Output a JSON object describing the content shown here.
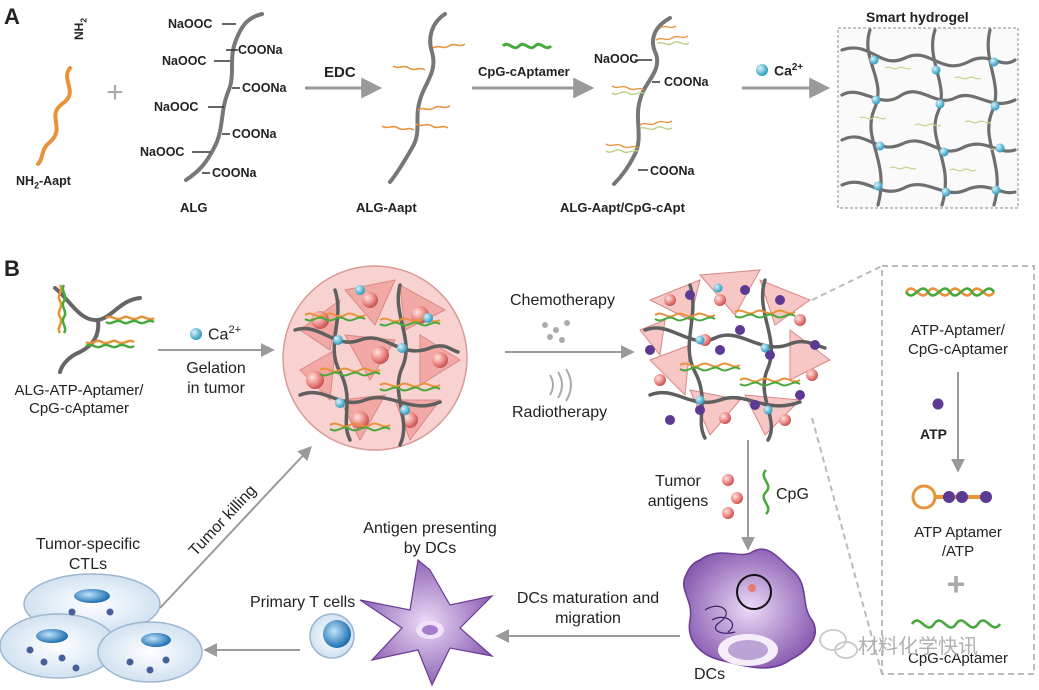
{
  "panel_a": {
    "label": "A",
    "nh2_tag": "NH2",
    "nh2_aapt": "NH2-Aapt",
    "plus": "+",
    "alg": "ALG",
    "naooc": "NaOOC",
    "coona": "COONa",
    "edc": "EDC",
    "alg_aapt": "ALG-Aapt",
    "cpg_captamer": "CpG-cAptamer",
    "alg_aapt_cpg": "ALG-Aapt/CpG-cApt",
    "ca_ion": "Ca2+",
    "smart_hydrogel": "Smart hydrogel"
  },
  "panel_b": {
    "label": "B",
    "alg_atp_aptamer_1": "ALG-ATP-Aptamer/",
    "alg_atp_aptamer_2": "CpG-cAptamer",
    "ca_ion": "Ca2+",
    "gelation_1": "Gelation",
    "gelation_2": "in tumor",
    "chemotherapy": "Chemotherapy",
    "radiotherapy": "Radiotherapy",
    "atp_aptamer_pair_1": "ATP-Aptamer/",
    "atp_aptamer_pair_2": "CpG-cAptamer",
    "atp": "ATP",
    "atp_aptamer_atp_1": "ATP Aptamer",
    "atp_aptamer_atp_2": "/ATP",
    "plus": "+",
    "cpg_captamer": "CpG-cAptamer",
    "tumor_antigens_1": "Tumor",
    "tumor_antigens_2": "antigens",
    "cpg": "CpG",
    "antigen_presenting_1": "Antigen presenting",
    "antigen_presenting_2": "by DCs",
    "dcs_maturation_1": "DCs maturation and",
    "dcs_maturation_2": "migration",
    "dcs": "DCs",
    "primary_t_cells": "Primary T cells",
    "tumor_specific_1": "Tumor-specific",
    "tumor_specific_2": "CTLs",
    "tumor_killing": "Tumor killing"
  },
  "watermark": "材料化学快讯",
  "colors": {
    "aptamer_orange": "#e8923a",
    "cpg_green": "#49a83c",
    "alginate_gray": "#6b6b6b",
    "calcium_blue": "#4fb8d6",
    "atp_purple": "#5c3a93",
    "tumor_pink": "#e77a78",
    "dc_purple": "#7d4fa6",
    "arrow_gray": "#9a9a9a"
  }
}
